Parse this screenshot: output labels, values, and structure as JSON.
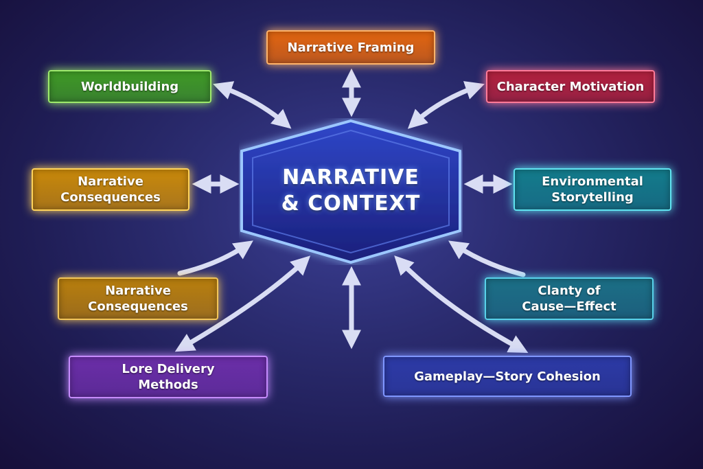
{
  "center": {
    "line1": "NARRATIVE",
    "line2": "& CONTEXT",
    "color": "#1d2a8a",
    "glow": "#7db4ff"
  },
  "nodes": [
    {
      "id": "narrative-framing",
      "lines": [
        "Narrative Framing"
      ],
      "fill": "#e2650f",
      "border": "#ffb36a"
    },
    {
      "id": "worldbuilding",
      "lines": [
        "Worldbuilding"
      ],
      "fill": "#3f9a25",
      "border": "#9eea6c"
    },
    {
      "id": "character-motivation",
      "lines": [
        "Character Motivation"
      ],
      "fill": "#b3213e",
      "border": "#ff7a98"
    },
    {
      "id": "narrative-consequences-1",
      "lines": [
        "Narrative",
        "Consequences"
      ],
      "fill": "#c9890a",
      "border": "#ffd35a"
    },
    {
      "id": "environmental-storytelling",
      "lines": [
        "Environmental",
        "Storytelling"
      ],
      "fill": "#137c8c",
      "border": "#5fe3f0"
    },
    {
      "id": "narrative-consequences-2",
      "lines": [
        "Narrative",
        "Consequences"
      ],
      "fill": "#b97f0d",
      "border": "#f3c65a"
    },
    {
      "id": "clanty-of-cause-effect",
      "lines": [
        "Clanty of",
        "Cause—Effect"
      ],
      "fill": "#1b6f86",
      "border": "#58d2ea"
    },
    {
      "id": "lore-delivery-methods",
      "lines": [
        "Lore Delivery",
        "Methods"
      ],
      "fill": "#6b2ea8",
      "border": "#c68bff"
    },
    {
      "id": "gameplay-story-cohesion",
      "lines": [
        "Gameplay—Story Cohesion"
      ],
      "fill": "#2c3aa6",
      "border": "#7f96ff"
    }
  ]
}
